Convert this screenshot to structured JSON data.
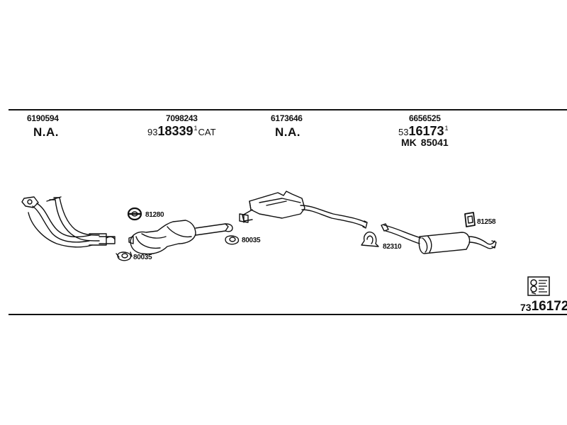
{
  "columns": [
    {
      "ref": "6190594",
      "status": "N.A."
    },
    {
      "ref": "7098243",
      "part_prefix": "93",
      "part_main": "18339",
      "part_sup": "1",
      "part_suffix": "CAT"
    },
    {
      "ref": "6173646",
      "status": "N.A."
    },
    {
      "ref": "6656525",
      "part_prefix": "53",
      "part_main": "16173",
      "part_sup": "1",
      "mk_label": "MK",
      "mk_value": "85041"
    }
  ],
  "callouts": {
    "c81280": "81280",
    "c80035a": "80035",
    "c80035b": "80035",
    "c82310": "82310",
    "c81258": "81258"
  },
  "kit": {
    "prefix": "73",
    "main": "16172"
  },
  "icons": {
    "document": "document-icon",
    "mounting_ring": "mounting-ring-icon",
    "gasket": "gasket-icon",
    "clamp": "clamp-icon",
    "hanger": "hanger-icon"
  }
}
